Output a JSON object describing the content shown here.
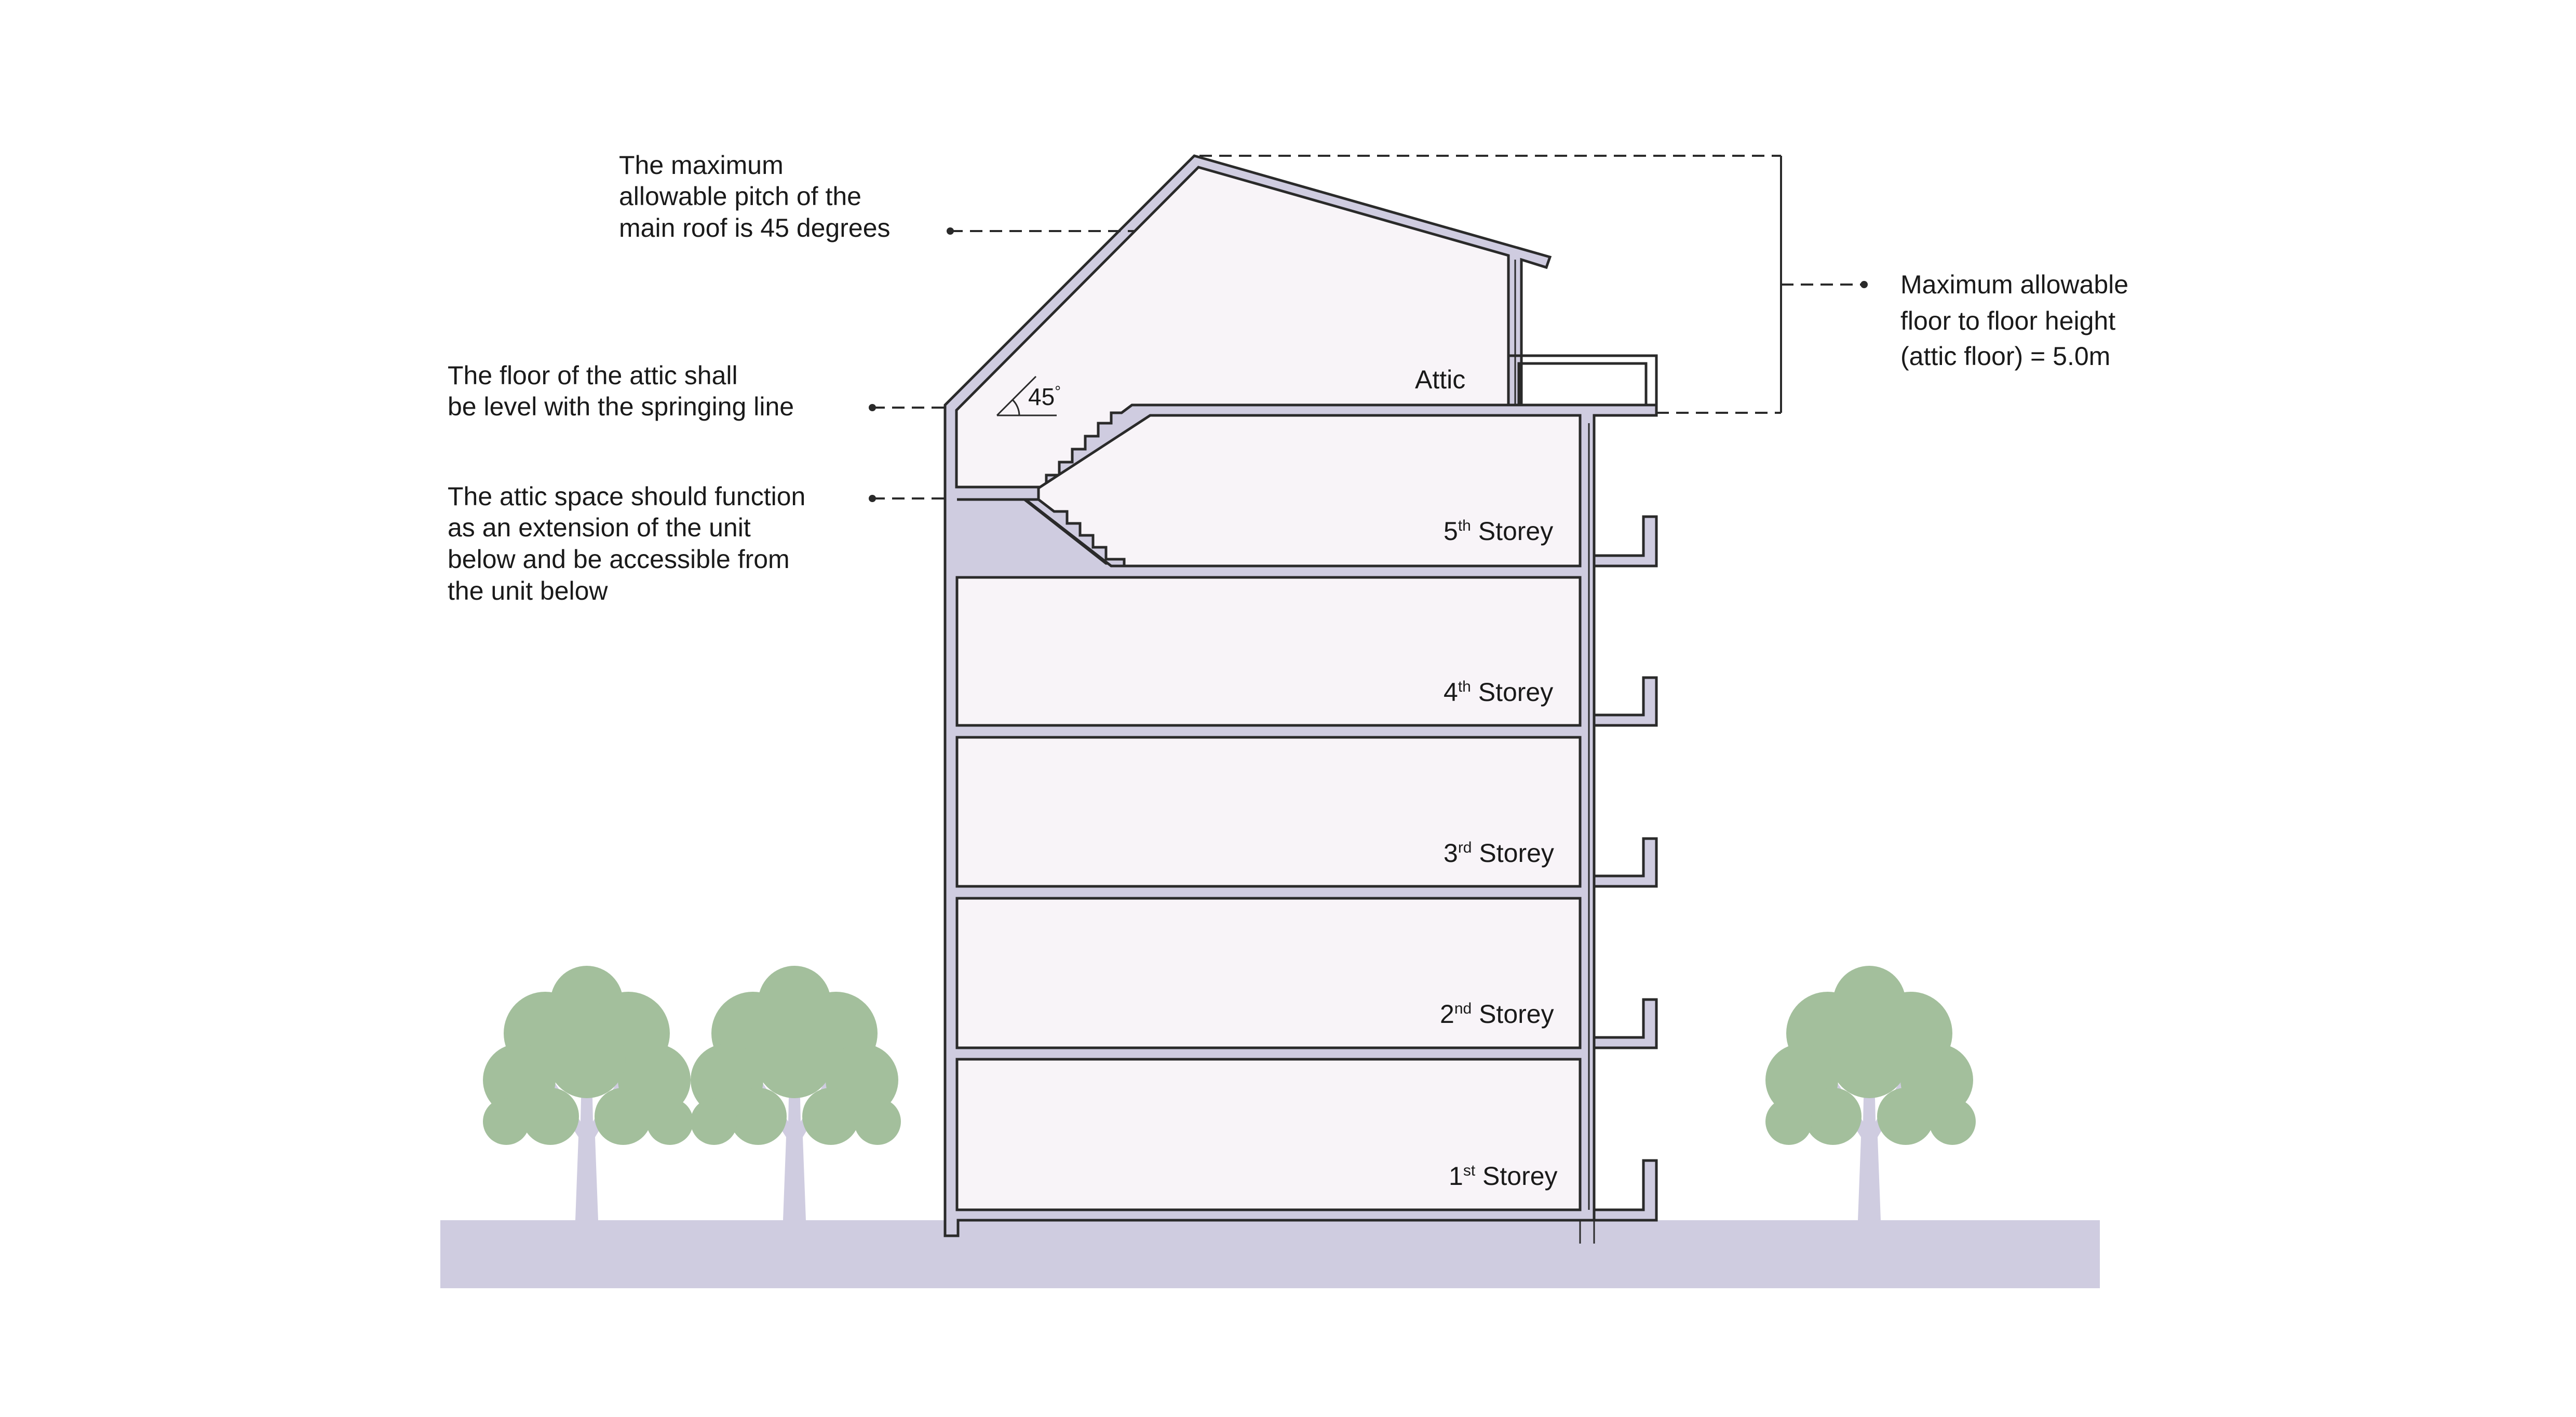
{
  "annotations": {
    "roof_pitch": [
      "The maximum",
      "allowable pitch of the",
      "main roof is 45 degrees"
    ],
    "attic_floor": [
      "The floor of the attic shall",
      "be level with the springing line"
    ],
    "attic_function": [
      "The attic space should function",
      "as an extension of the unit",
      "below and be accessible from",
      "the unit below"
    ],
    "height": [
      "Maximum allowable",
      "floor to floor height",
      "(attic floor) = 5.0m"
    ]
  },
  "angle_label": "45",
  "angle_degree_mark": "°",
  "floors": {
    "attic": "Attic",
    "s5": {
      "num": "5",
      "sup": "th",
      "word": " Storey"
    },
    "s4": {
      "num": "4",
      "sup": "th",
      "word": " Storey"
    },
    "s3": {
      "num": "3",
      "sup": "rd",
      "word": " Storey"
    },
    "s2": {
      "num": "2",
      "sup": "nd",
      "word": " Storey"
    },
    "s1": {
      "num": "1",
      "sup": "st",
      "word": " Storey"
    }
  },
  "colors": {
    "interior": "#f8f4f8",
    "wall": "#cfcce0",
    "ground": "#cfcce0",
    "outline": "#2a2a2a",
    "tree_foliage": "#a3bf9c",
    "tree_trunk": "#cfcce0"
  }
}
